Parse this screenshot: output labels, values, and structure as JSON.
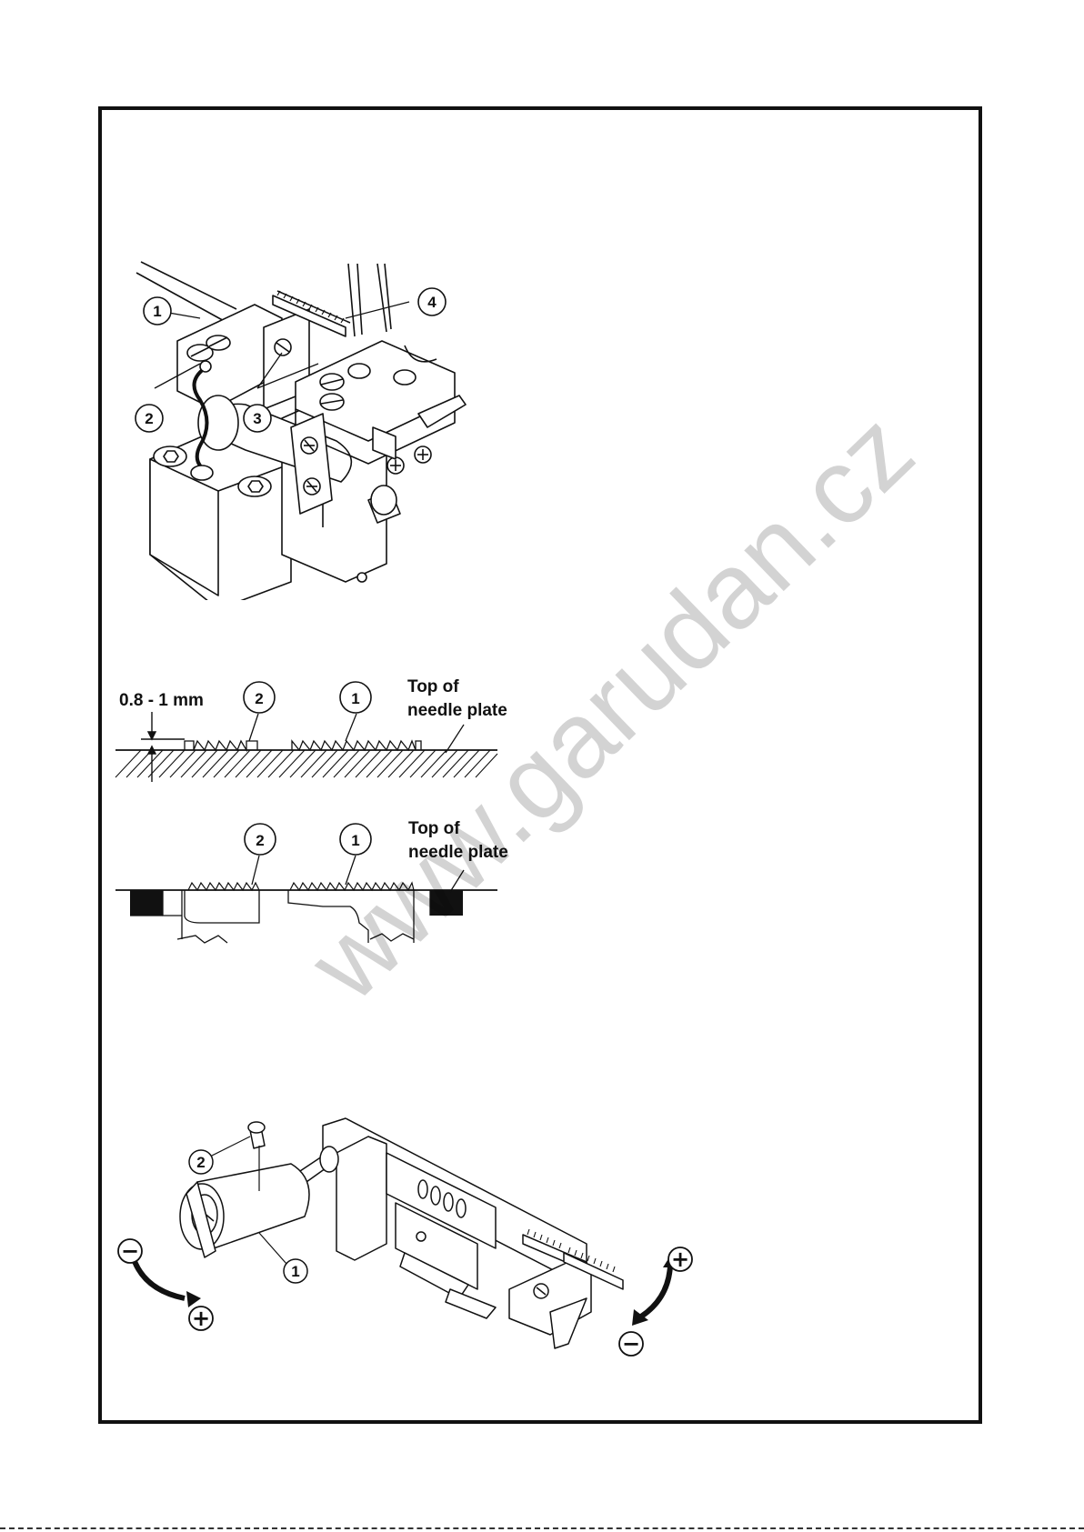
{
  "figure1": {
    "callouts": [
      "1",
      "2",
      "3",
      "4"
    ]
  },
  "figure2": {
    "gap_label": "0.8 - 1 mm",
    "callouts": [
      "2",
      "1"
    ],
    "plate_label_line1": "Top of",
    "plate_label_line2": "needle plate"
  },
  "figure3": {
    "callouts": [
      "2",
      "1"
    ],
    "plate_label_line1": "Top of",
    "plate_label_line2": "needle plate"
  },
  "figure4": {
    "callouts": [
      "2",
      "1"
    ],
    "minus_symbol": "−",
    "plus_symbol": "+"
  },
  "watermark": "www.garudan.cz"
}
